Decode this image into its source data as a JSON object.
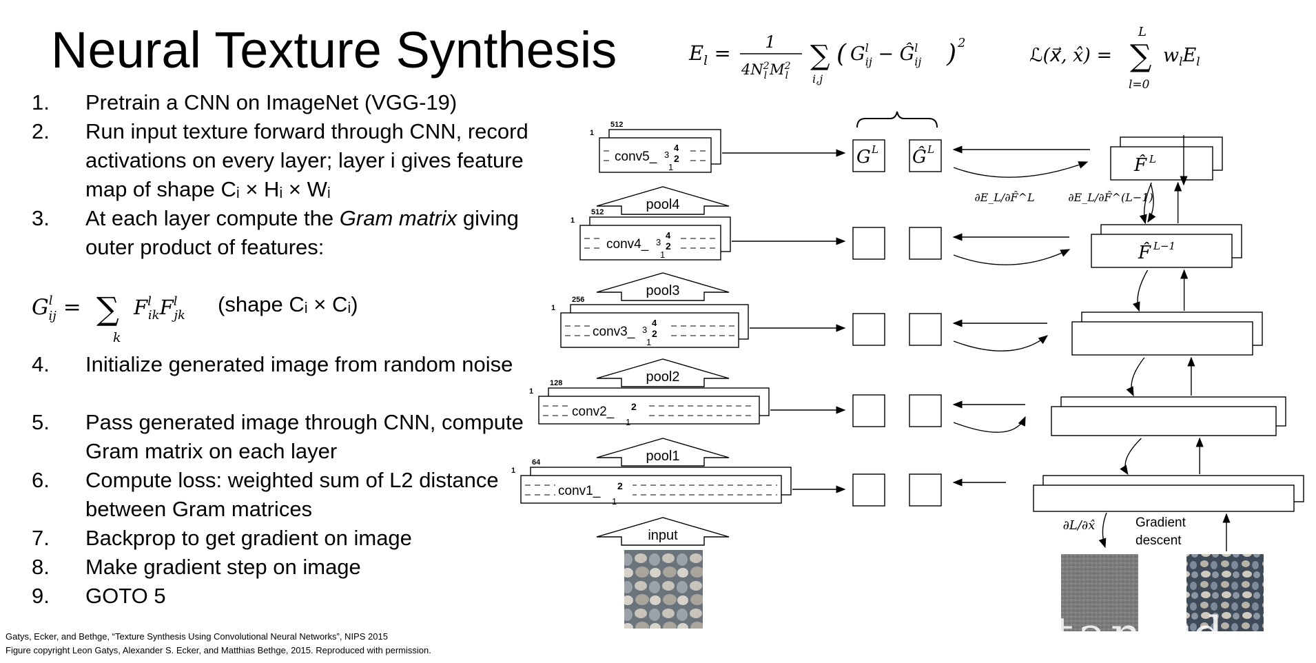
{
  "slide": {
    "title": "Neural Texture Synthesis",
    "formula_energy": "E_l = 1/(4N_l^2 M_l^2) Σ_(i,j) (G_ij^l − Ĝ_ij^l)^2",
    "formula_loss": "L(x⃗, x̂) = Σ_(l=0)^L w_l E_l",
    "steps": [
      {
        "num": "1.",
        "text": "Pretrain a CNN on ImageNet (VGG-19)"
      },
      {
        "num": "2.",
        "text": "Run input texture forward through CNN, record activations on every layer; layer i gives feature map of shape Cᵢ × Hᵢ × Wᵢ"
      },
      {
        "num": "3.",
        "text_a": "At each layer compute the ",
        "text_em": "Gram matrix",
        "text_b": " giving outer product of features:"
      },
      {
        "num": "4.",
        "text": "Initialize generated image from random noise"
      },
      {
        "num": "5.",
        "text": "Pass generated image through CNN, compute Gram matrix on each layer"
      },
      {
        "num": "6.",
        "text": "Compute loss: weighted sum of L2 distance between Gram matrices"
      },
      {
        "num": "7.",
        "text": "Backprop to get gradient on image"
      },
      {
        "num": "8.",
        "text": "Make gradient step on image"
      },
      {
        "num": "9.",
        "text": "GOTO 5"
      }
    ],
    "gram_formula": "G_ij^l = Σ_k F_ik^l F_jk^l",
    "gram_shape": "(shape Cᵢ × Cᵢ)",
    "footer_1": "Gatys, Ecker, and Bethge, “Texture Synthesis Using Convolutional Neural Networks”, NIPS 2015",
    "footer_2": "Figure copyright Leon Gatys, Alexander S. Ecker, and Matthias Bethge, 2015. Reproduced with permission.",
    "watermark": "tan  rd"
  },
  "diagram": {
    "layers": [
      {
        "label": "conv5_",
        "sup": "4",
        "mid": "3",
        "sub2": "2",
        "sub1": "1",
        "channels": "512",
        "one": "1"
      },
      {
        "label": "conv4_",
        "sup": "4",
        "mid": "3",
        "sub2": "2",
        "sub1": "1",
        "channels": "512",
        "one": "1"
      },
      {
        "label": "conv3_",
        "sup": "4",
        "mid": "3",
        "sub2": "2",
        "sub1": "1",
        "channels": "256",
        "one": "1"
      },
      {
        "label": "conv2_",
        "sup": "2",
        "sub1": "1",
        "channels": "128",
        "one": "1"
      },
      {
        "label": "conv1_",
        "sup": "2",
        "sub1": "1",
        "channels": "64",
        "one": "1"
      }
    ],
    "pools": [
      "pool4",
      "pool3",
      "pool2",
      "pool1",
      "input"
    ],
    "gram_label": "G",
    "gram_hat_label": "Ĝ",
    "superscript_L": "L",
    "f_hat_L": "F̂",
    "f_hat_L1_sup": "L−1",
    "dE_dF": "∂E_L/∂F̂^L",
    "dE_dF1": "∂E_L/∂F̂^(L−1)",
    "dL_dx": "∂L/∂x̂",
    "gradient_descent_1": "Gradient",
    "gradient_descent_2": "descent"
  }
}
